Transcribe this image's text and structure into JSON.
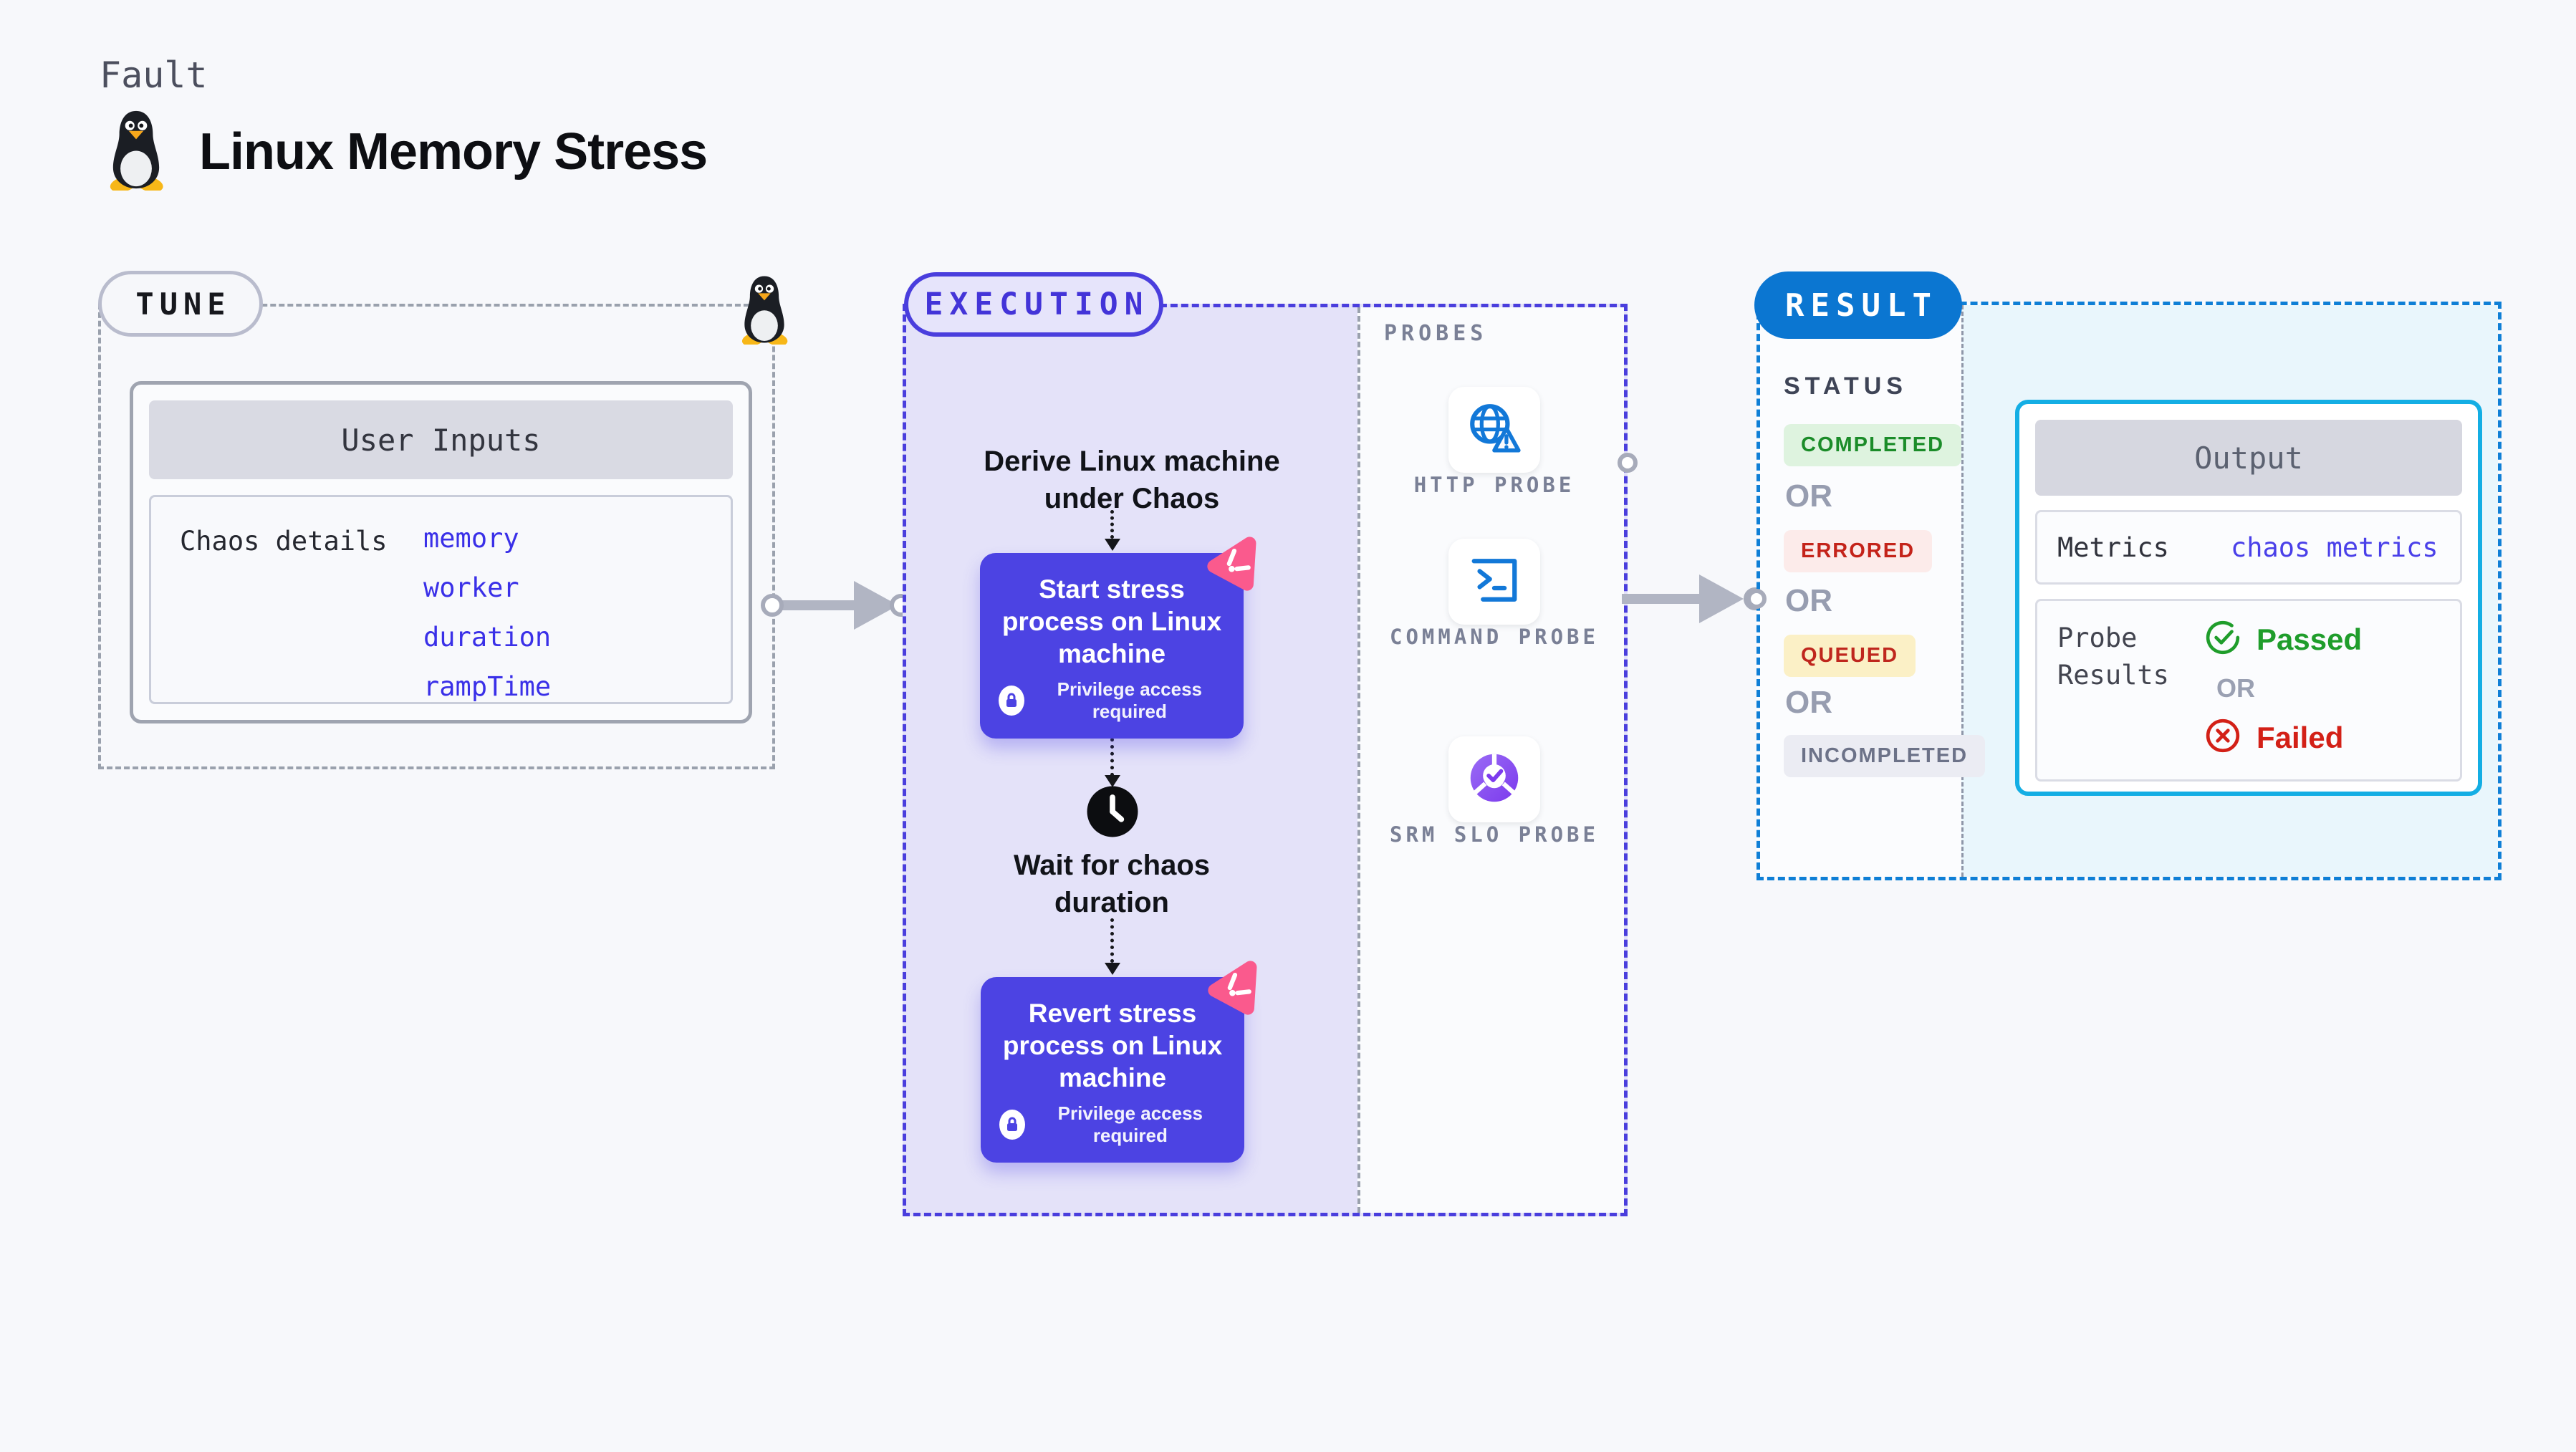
{
  "page": {
    "kicker": "Fault",
    "title": "Linux Memory Stress",
    "background": "#f7f8fb"
  },
  "tune": {
    "badge_label": "TUNE",
    "card": {
      "header": "User Inputs",
      "row_label": "Chaos details",
      "links": [
        "memory",
        "worker",
        "duration",
        "rampTime"
      ]
    }
  },
  "execution": {
    "badge_label": "EXECUTION",
    "steps": {
      "derive": "Derive Linux machine under Chaos",
      "start": "Start stress process on Linux machine",
      "wait": "Wait for chaos duration",
      "revert": "Revert stress process on Linux machine"
    },
    "privilege_note": "Privilege access required"
  },
  "probes": {
    "section_label": "PROBES",
    "items": [
      {
        "label": "HTTP PROBE",
        "icon": "globe-alert-icon"
      },
      {
        "label": "COMMAND PROBE",
        "icon": "terminal-icon"
      },
      {
        "label": "SRM SLO PROBE",
        "icon": "slo-donut-icon"
      }
    ]
  },
  "result": {
    "badge_label": "RESULT",
    "status_heading": "STATUS",
    "or_label": "OR",
    "statuses": [
      {
        "label": "COMPLETED",
        "bg": "#def3df",
        "color": "#1b8c29"
      },
      {
        "label": "ERRORED",
        "bg": "#fcebea",
        "color": "#c4231a"
      },
      {
        "label": "QUEUED",
        "bg": "#fbf0c6",
        "color": "#bf261d"
      },
      {
        "label": "INCOMPLETED",
        "bg": "#ebecf3",
        "color": "#6c7288"
      }
    ],
    "output": {
      "header": "Output",
      "metrics_label": "Metrics",
      "metrics_link": "chaos metrics",
      "probe_results_label": "Probe Results",
      "passed_label": "Passed",
      "or_label": "OR",
      "failed_label": "Failed"
    }
  },
  "colors": {
    "indigo_border": "#4a3edd",
    "indigo_node": "#4c43e3",
    "lavender_bg": "#e4e2f9",
    "pink_badge": "#fa5a8d",
    "result_blue": "#0b76d1",
    "result_border": "#0f7fd6",
    "output_border": "#14aee4",
    "cyan_bg": "#e9f6fc",
    "probe_icon_blue": "#1278d8",
    "slo_purple": "#8a53f0",
    "passed_green": "#1f9d2b",
    "failed_red": "#d32017",
    "arrow_gray": "#b1b5c3",
    "link_blue": "#3a30e8"
  }
}
